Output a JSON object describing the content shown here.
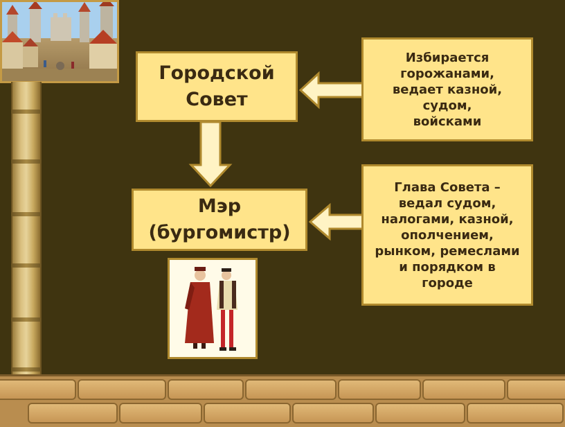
{
  "diagram": {
    "council_box": {
      "text": "Городской\nСовет"
    },
    "council_note": {
      "text": "Избирается\nгорожанами,\nведает казной,\nсудом,\nвойсками"
    },
    "mayor_box": {
      "text": "Мэр\n(бургомистр)"
    },
    "mayor_note": {
      "text": "Глава Совета –\nведал судом,\nналогами, казной,\nополчением,\nрынком, ремеслами\nи порядком в\nгороде"
    }
  },
  "colors": {
    "background": "#3f3410",
    "box_fill": "#ffe48a",
    "box_border": "#b08a2e",
    "text": "#3a2a12"
  },
  "images": {
    "town_picture": "medieval-town-illustration",
    "portrait_picture": "two-medieval-burghers-illustration"
  }
}
